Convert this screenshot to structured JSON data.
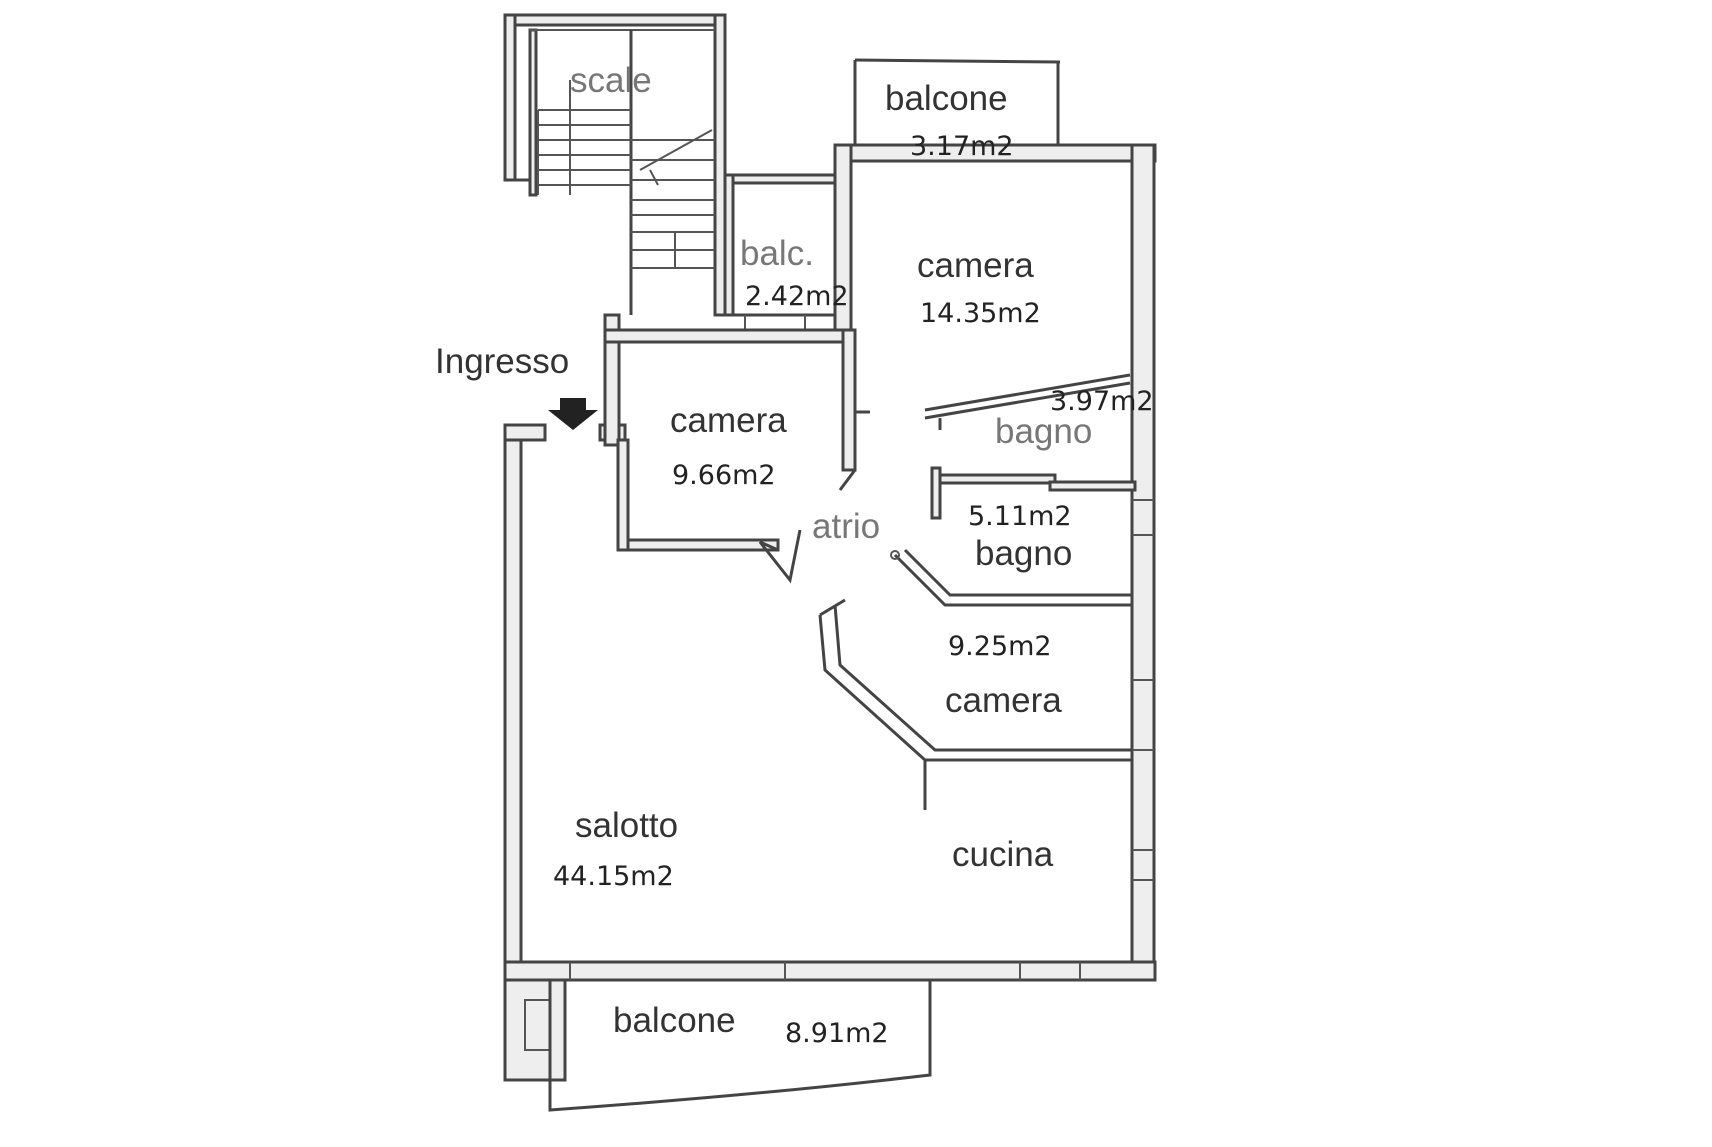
{
  "rooms": {
    "stairs": {
      "label": "scale"
    },
    "balcony_top": {
      "label": "balcone",
      "area": "3.17m2"
    },
    "balcony_small": {
      "label": "balc.",
      "area": "2.42m2"
    },
    "bedroom_large": {
      "label": "camera",
      "area": "14.35m2"
    },
    "entrance": {
      "label": "Ingresso"
    },
    "bedroom_small": {
      "label": "camera",
      "area": "9.66m2"
    },
    "bathroom_upper": {
      "label": "bagno",
      "area": "3.97m2"
    },
    "bathroom_lower": {
      "label": "bagno",
      "area": "5.11m2"
    },
    "hallway": {
      "label": "atrio"
    },
    "bedroom_mid": {
      "label": "camera",
      "area": "9.25m2"
    },
    "living_room": {
      "label": "salotto",
      "area": "44.15m2"
    },
    "kitchen": {
      "label": "cucina"
    },
    "balcony_bottom": {
      "label": "balcone",
      "area": "8.91m2"
    }
  },
  "icons": {
    "entrance_arrow": "arrow-down-icon"
  }
}
